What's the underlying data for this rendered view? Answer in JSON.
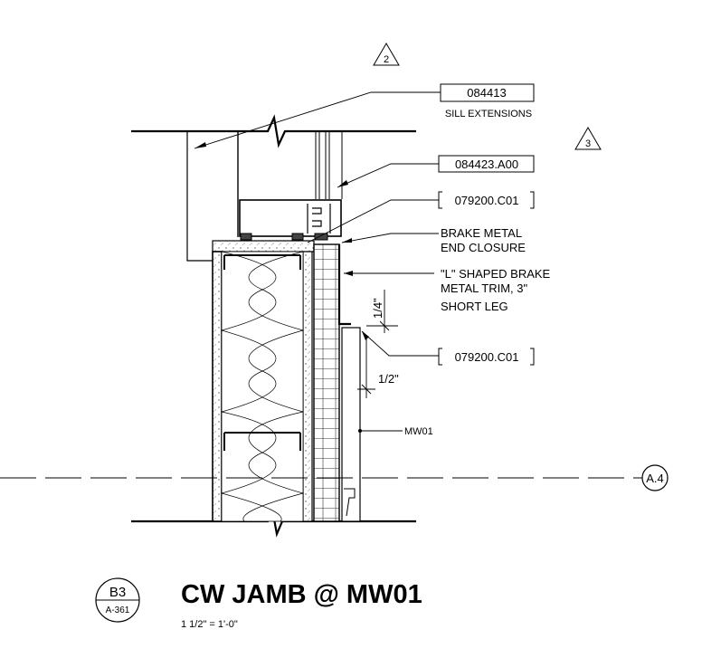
{
  "revisions": [
    "2",
    "3"
  ],
  "tags": {
    "sill_ext_code": "084413",
    "sill_ext_label": "SILL EXTENSIONS",
    "cw_code": "084423.A00",
    "sealant_code_1": "079200.C01",
    "brake_line1": "BRAKE METAL",
    "brake_line2": "END CLOSURE",
    "trim_line1": "\"L\" SHAPED BRAKE",
    "trim_line2": "METAL TRIM, 3\"",
    "trim_line3": "SHORT LEG",
    "sealant_code_2": "079200.C01",
    "dim_quarter": "1/4\"",
    "dim_half": "1/2\"",
    "material": "MW01",
    "grid": "A.4"
  },
  "title": {
    "detail_number": "B3",
    "sheet": "A-361",
    "name": "CW JAMB @ MW01",
    "scale": "1 1/2\" = 1'-0\""
  }
}
